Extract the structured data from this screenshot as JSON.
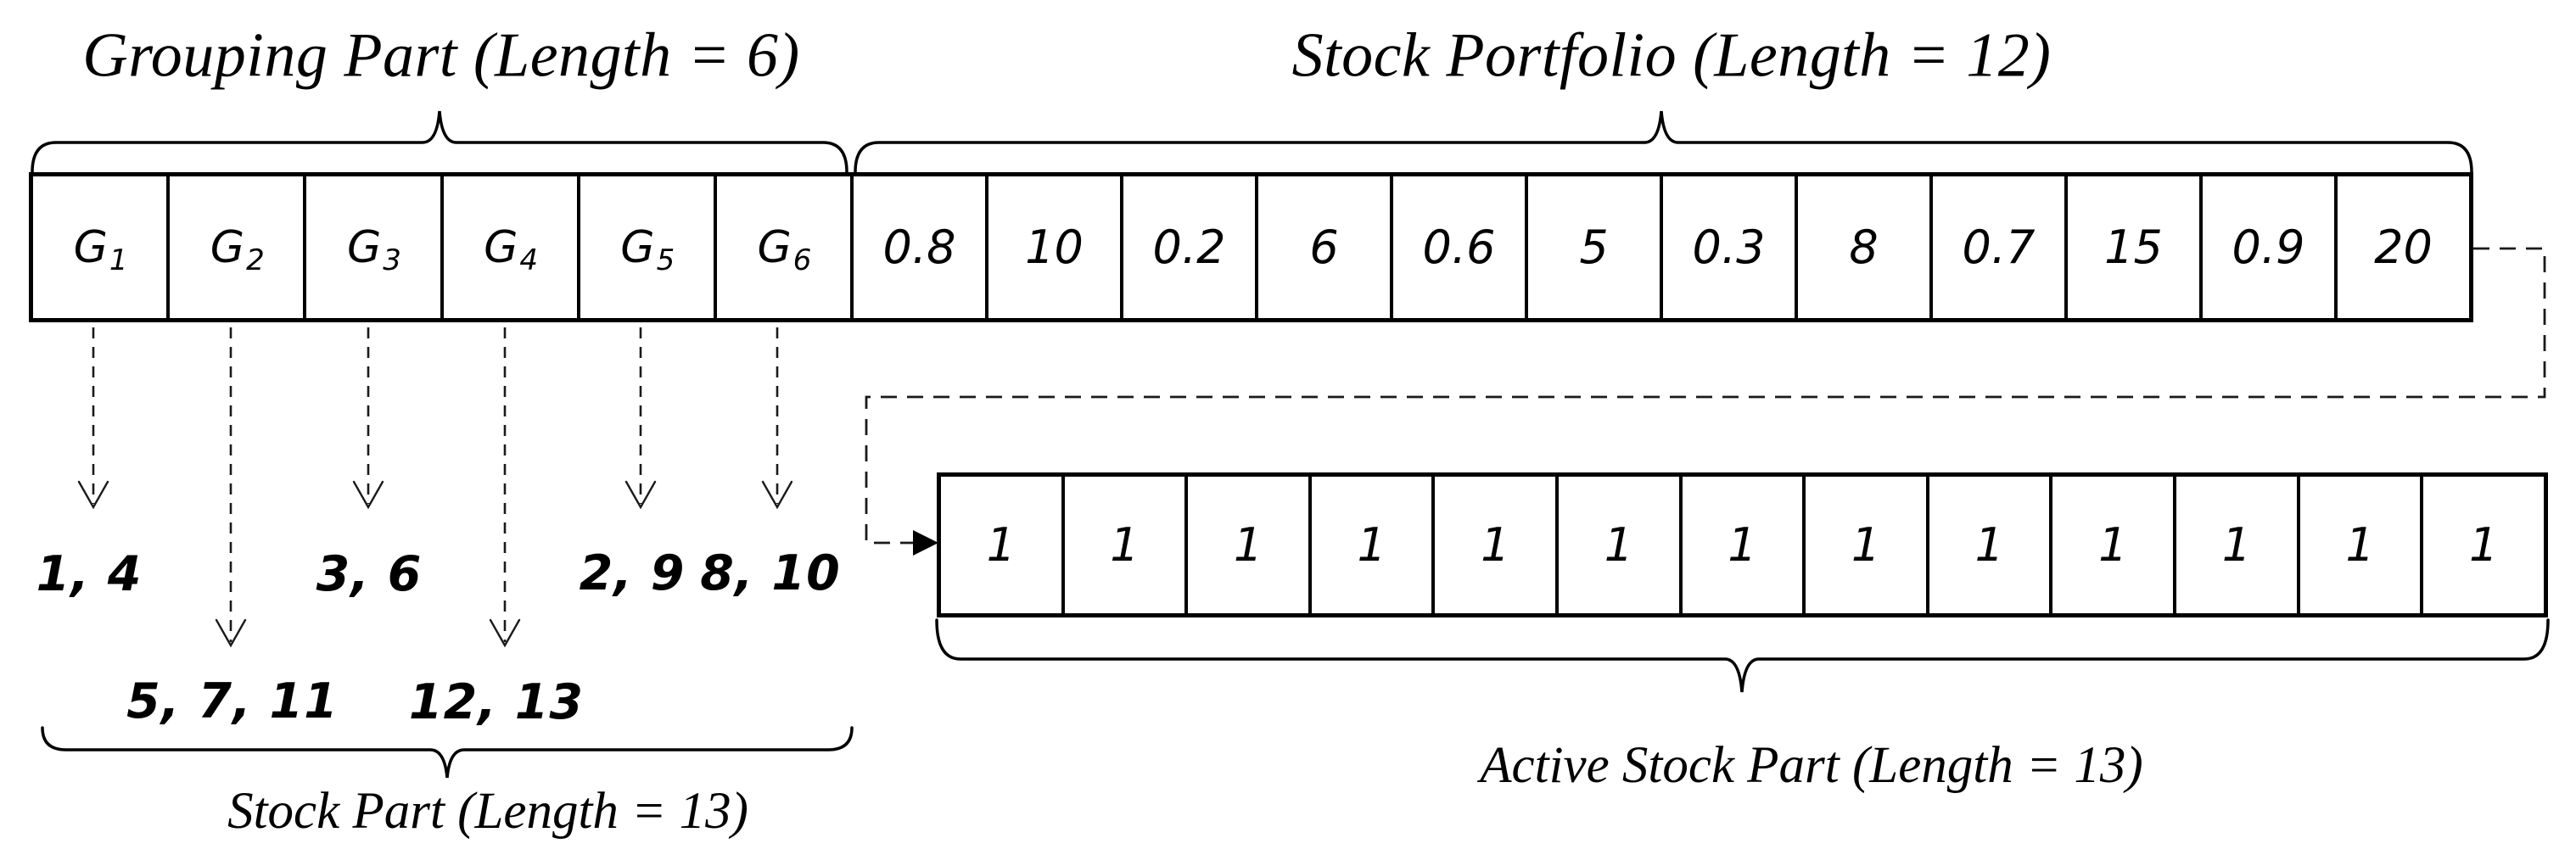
{
  "titles": {
    "grouping": "Grouping Part (Length = 6)",
    "portfolio": "Stock Portfolio (Length = 12)",
    "stock_part": "Stock Part (Length = 13)",
    "active_part": "Active Stock Part (Length = 13)"
  },
  "grouping": {
    "cells": [
      {
        "base": "G",
        "sub": "1"
      },
      {
        "base": "G",
        "sub": "2"
      },
      {
        "base": "G",
        "sub": "3"
      },
      {
        "base": "G",
        "sub": "4"
      },
      {
        "base": "G",
        "sub": "5"
      },
      {
        "base": "G",
        "sub": "6"
      }
    ],
    "assignments": [
      {
        "group": "G1",
        "stocks": "1, 4"
      },
      {
        "group": "G2",
        "stocks": "5, 7, 11"
      },
      {
        "group": "G3",
        "stocks": "3, 6"
      },
      {
        "group": "G4",
        "stocks": "12, 13"
      },
      {
        "group": "G5",
        "stocks": "2, 9"
      },
      {
        "group": "G6",
        "stocks": "8, 10"
      }
    ]
  },
  "portfolio": {
    "values": [
      "0.8",
      "10",
      "0.2",
      "6",
      "0.6",
      "5",
      "0.3",
      "8",
      "0.7",
      "15",
      "0.9",
      "20"
    ]
  },
  "active": {
    "values": [
      "1",
      "1",
      "1",
      "1",
      "1",
      "1",
      "1",
      "1",
      "1",
      "1",
      "1",
      "1",
      "1"
    ]
  },
  "colors": {
    "ink": "#000000",
    "background": "#ffffff"
  }
}
